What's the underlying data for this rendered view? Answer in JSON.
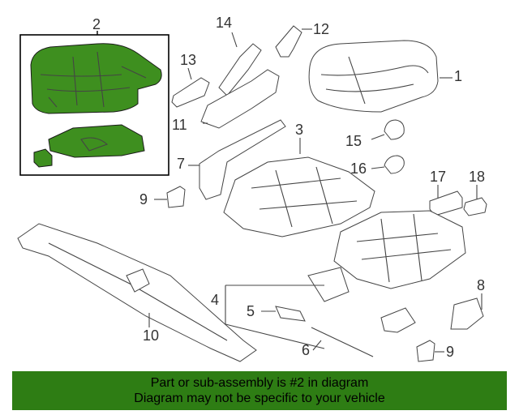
{
  "callouts": {
    "c1": "1",
    "c2": "2",
    "c3": "3",
    "c4": "4",
    "c5": "5",
    "c6": "6",
    "c7": "7",
    "c8": "8",
    "c9a": "9",
    "c9b": "9",
    "c10": "10",
    "c11": "11",
    "c12": "12",
    "c13": "13",
    "c14": "14",
    "c15": "15",
    "c16": "16",
    "c17": "17",
    "c18": "18"
  },
  "highlight_color": "#3e8f1f",
  "footer": {
    "line1": "Part or sub-assembly is #2 in diagram",
    "line2": "Diagram may not be specific to your vehicle",
    "background": "#2e7d14"
  }
}
